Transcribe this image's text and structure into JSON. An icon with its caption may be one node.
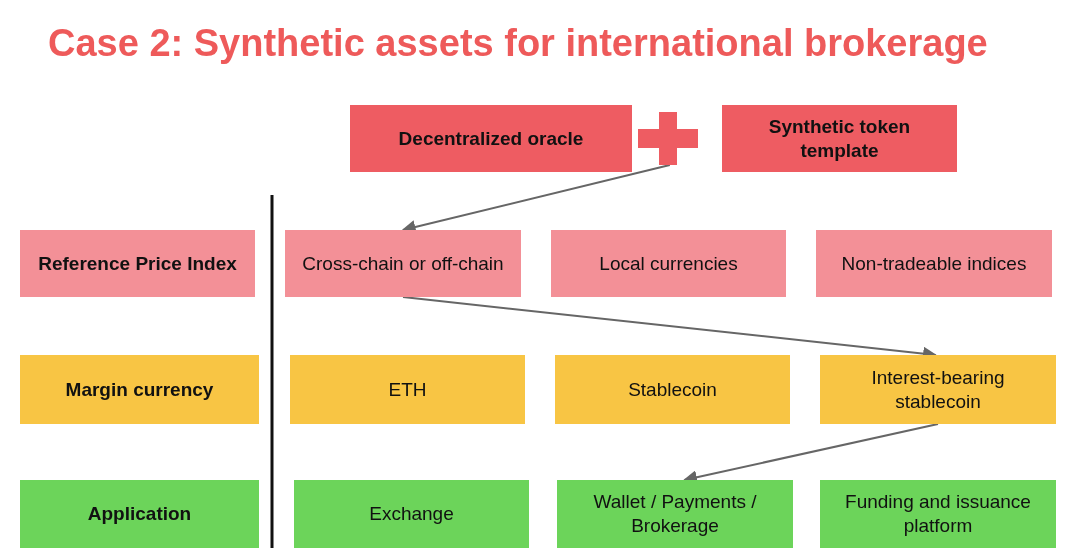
{
  "diagram": {
    "title": "Case 2: Synthetic assets for international brokerage",
    "nodes": [
      {
        "text": [
          "Decentralized oracle"
        ]
      },
      {
        "text": [],
        "shape": "plus"
      },
      {
        "text": [
          "Synthetic token template"
        ]
      },
      {
        "text": [
          "Reference Price Index"
        ]
      },
      {
        "text": [
          "Cross-chain or off-chain"
        ]
      },
      {
        "text": [
          "Local currencies"
        ]
      },
      {
        "text": [
          "Non-tradeable indices"
        ]
      },
      {
        "text": [
          "Margin currency"
        ]
      },
      {
        "text": [
          "ETH"
        ]
      },
      {
        "text": [
          "Stablecoin"
        ]
      },
      {
        "text": [
          "Interest-bearing stablecoin"
        ]
      },
      {
        "text": [
          "Application"
        ]
      },
      {
        "text": [
          "Exchange"
        ]
      },
      {
        "text": [
          "Wallet / Payments / Brokerage"
        ]
      },
      {
        "text": [
          "Funding and issuance platform"
        ]
      }
    ],
    "edges": [
      {
        "from": 1,
        "to": 4,
        "arrow": "to"
      },
      {
        "from": 4,
        "to": 10,
        "arrow": "to"
      },
      {
        "from": 10,
        "to": 13,
        "arrow": "to"
      }
    ]
  }
}
